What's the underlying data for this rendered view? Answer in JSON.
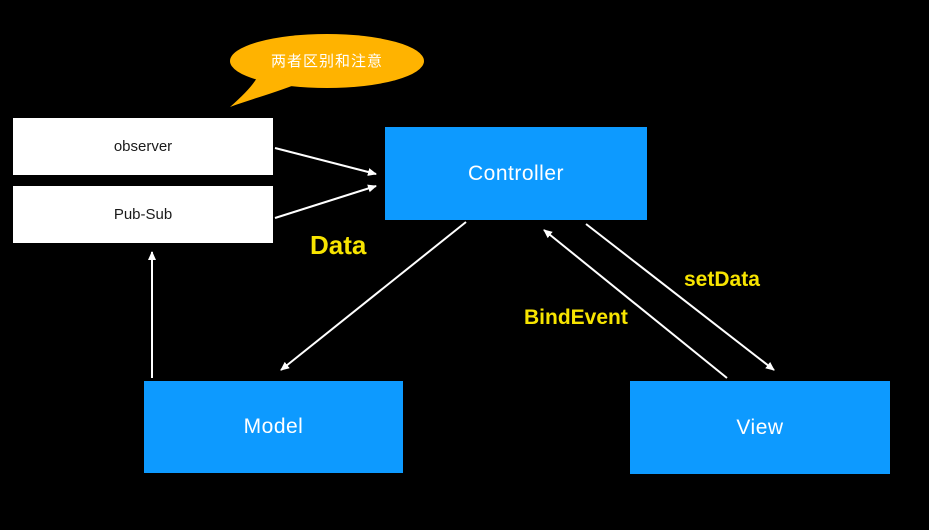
{
  "diagram_title": "MVC data flow diagram",
  "colors": {
    "background": "#000000",
    "node_blue": "#0D9AFF",
    "white_box": "#FFFFFF",
    "bubble_orange": "#FFB300",
    "label_yellow": "#F7E400",
    "arrow_white": "#FFFFFF",
    "white_box_text": "#1A1A1A"
  },
  "bubble": {
    "text": "两者区别和注意"
  },
  "nodes": {
    "observer": {
      "label": "observer"
    },
    "pubsub": {
      "label": "Pub-Sub"
    },
    "controller": {
      "label": "Controller"
    },
    "model": {
      "label": "Model"
    },
    "view": {
      "label": "View"
    }
  },
  "edge_labels": {
    "data": "Data",
    "bind_event": "BindEvent",
    "set_data": "setData"
  },
  "edges": [
    {
      "from": "observer",
      "to": "controller",
      "arrowhead": "controller",
      "label": ""
    },
    {
      "from": "pubsub",
      "to": "controller",
      "arrowhead": "controller",
      "label": ""
    },
    {
      "from": "model",
      "to": "pubsub",
      "arrowhead": "pubsub",
      "label": ""
    },
    {
      "from": "controller",
      "to": "model",
      "arrowhead": "model",
      "label": "Data"
    },
    {
      "from": "view",
      "to": "controller",
      "arrowhead": "controller",
      "label": "BindEvent"
    },
    {
      "from": "controller",
      "to": "view",
      "arrowhead": "view",
      "label": "setData"
    }
  ]
}
